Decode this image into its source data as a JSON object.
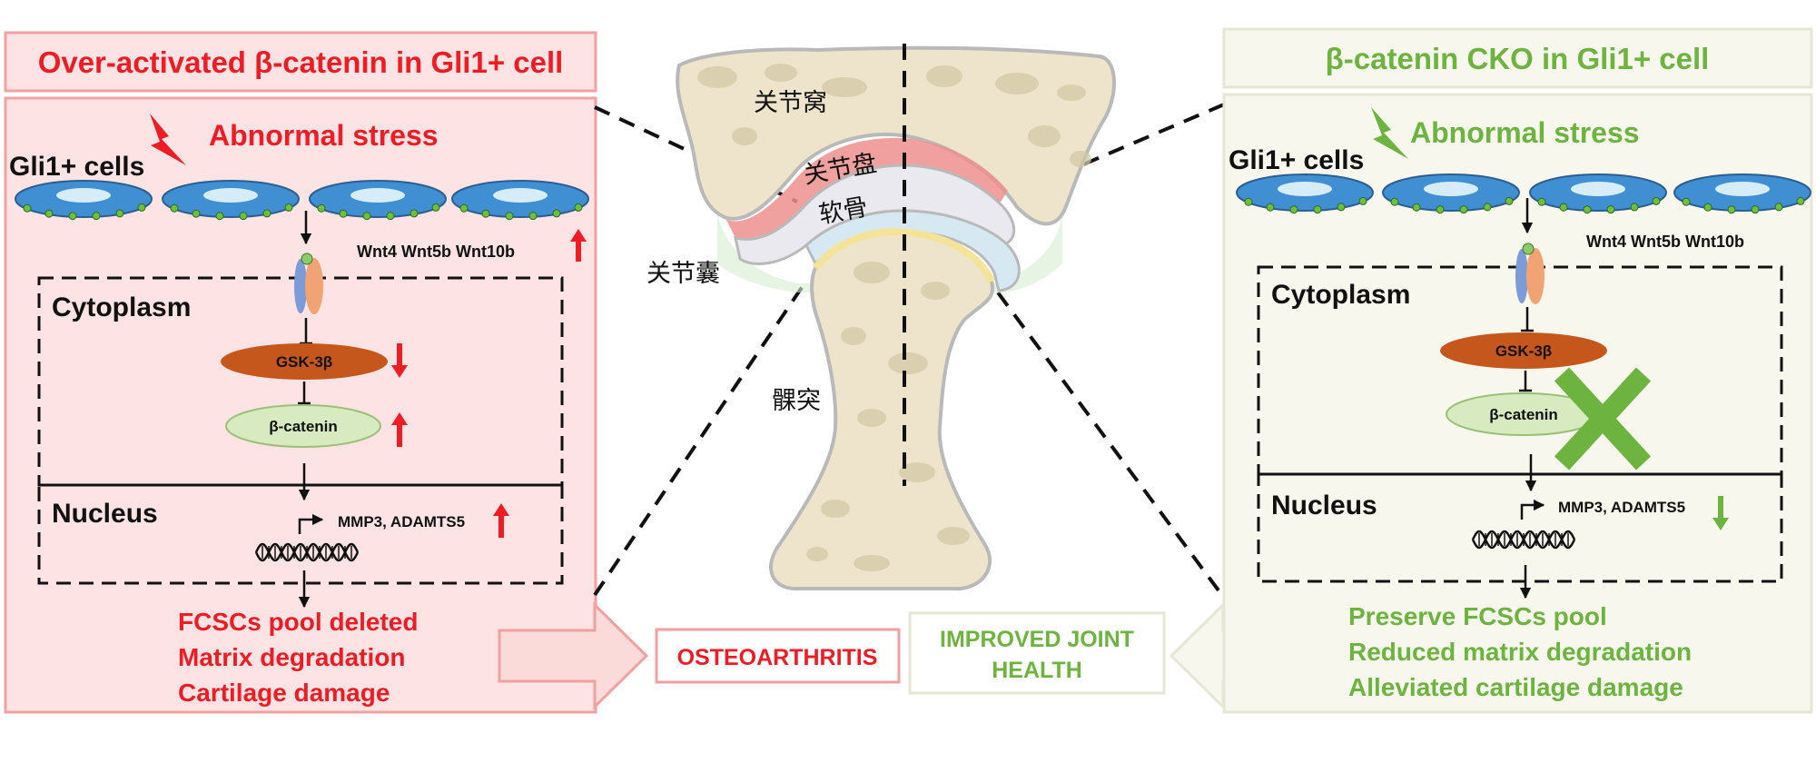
{
  "left_panel": {
    "header": "Over-activated β-catenin in Gli1+ cell",
    "stress": "Abnormal stress",
    "cells_label": "Gli1+ cells",
    "wnt": "Wnt4 Wnt5b Wnt10b",
    "cytoplasm": "Cytoplasm",
    "gsk": "GSK-3β",
    "catenin": "β-catenin",
    "nucleus": "Nucleus",
    "genes": "MMP3, ADAMTS5",
    "outcomes": [
      "FCSCs pool deleted",
      "Matrix degradation",
      "Cartilage damage"
    ],
    "color": "#ee1c25",
    "fill": "#fde3e3"
  },
  "right_panel": {
    "header": "β-catenin CKO in Gli1+ cell",
    "stress": "Abnormal stress",
    "cells_label": "Gli1+ cells",
    "wnt": "Wnt4 Wnt5b Wnt10b",
    "cytoplasm": "Cytoplasm",
    "gsk": "GSK-3β",
    "catenin": "β-catenin",
    "nucleus": "Nucleus",
    "genes": "MMP3, ADAMTS5",
    "outcomes": [
      "Preserve FCSCs pool",
      "Reduced matrix degradation",
      "Alleviated cartilage damage"
    ],
    "color": "#6db33f",
    "fill": "#f7f7ee"
  },
  "joint": {
    "fossa": "关节窝",
    "disc": "关节盘",
    "cartilage": "软骨",
    "capsule": "关节囊",
    "condyle": "髁突"
  },
  "outcome_boxes": {
    "left": "OSTEOARTHRITIS",
    "right_line1": "IMPROVED JOINT",
    "right_line2": "HEALTH"
  },
  "colors": {
    "cell_fill": "#3f8fd2",
    "cell_nucleus": "#d6ecf8",
    "cell_dot": "#6ebe44",
    "gsk_fill": "#c5571c",
    "catenin_fill": "#d8ebc0",
    "receptor_blue": "#7d9bd6",
    "receptor_orange": "#f2a373",
    "bone_fill": "#ede4cb",
    "bone_spot": "#d3c8a5"
  },
  "icons": {
    "stress": "lightning-bolt-icon",
    "up": "up-arrow-icon",
    "down": "down-arrow-icon",
    "knockout": "x-cross-icon",
    "dna": "dna-helix-icon"
  }
}
